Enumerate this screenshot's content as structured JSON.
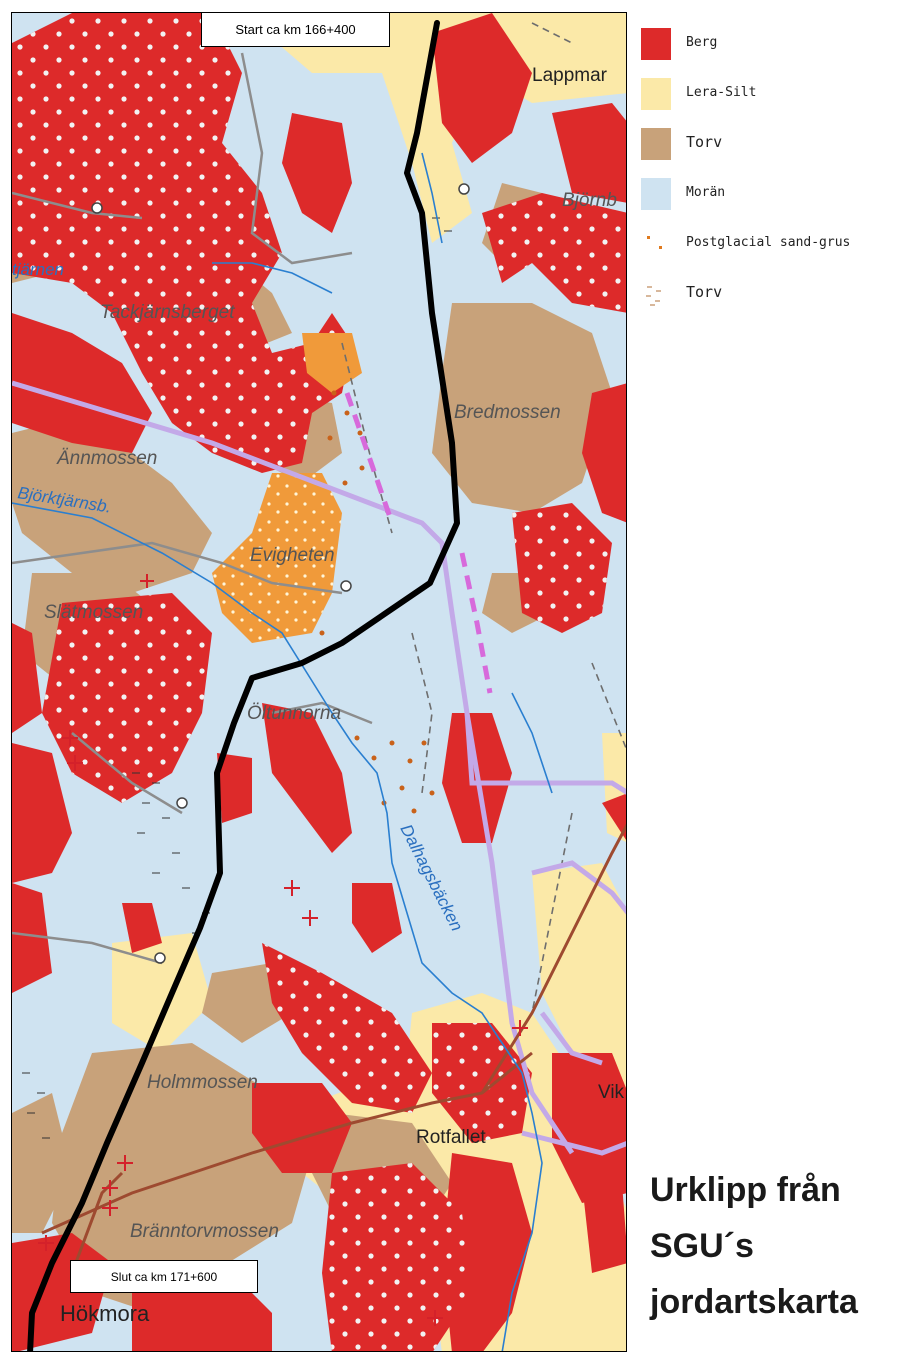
{
  "callouts": {
    "start": "Start ca km 166+400",
    "end": "Slut ca km 171+600"
  },
  "legend": {
    "items": [
      {
        "label": "Berg",
        "color": "#dd2a2a",
        "kind": "fill"
      },
      {
        "label": "Lera-Silt",
        "color": "#fbe9a8",
        "kind": "fill"
      },
      {
        "label": "Torv",
        "color": "#c8a27a",
        "kind": "fill"
      },
      {
        "label": "Morän",
        "color": "#cfe3f1",
        "kind": "fill"
      },
      {
        "label": "Postglacial sand-grus",
        "color": "#e07a1e",
        "kind": "dots"
      },
      {
        "label": "Torv",
        "color": "#b0703a",
        "kind": "dash"
      }
    ]
  },
  "places": {
    "lappmar": "Lappmar",
    "bjorn": "Björnb",
    "tackjarnsberget": "Tackjärnsberget",
    "bredmossen": "Bredmossen",
    "annmossen": "Ännmossen",
    "bjorktjarnsb": "Björktjärnsb.",
    "evigheten": "Evigheten",
    "slatmossen": "Slätmossen",
    "oltunnorna": "Öltunnorna",
    "dalhagsbacken": "Dalhagsbäcken",
    "holmmossen": "Holmmossen",
    "rotfallet": "Rotfallet",
    "vik": "Vik",
    "branntorvmossen": "Bränntorvmossen",
    "hokmora": "Hökmora",
    "tjarnen": "tjärnen"
  },
  "caption": {
    "line1": "Urklipp från",
    "line2": "SGU´s",
    "line3": "jordartskarta"
  },
  "colors": {
    "berg": "#dd2a2a",
    "lera": "#fbe9a8",
    "torv": "#c8a27a",
    "moran": "#cfe3f1",
    "sand": "#f09a3a",
    "route": "#000000",
    "powerline": "#c3a9e8",
    "water": "#2a7fd0",
    "road": "#9e4a30"
  }
}
